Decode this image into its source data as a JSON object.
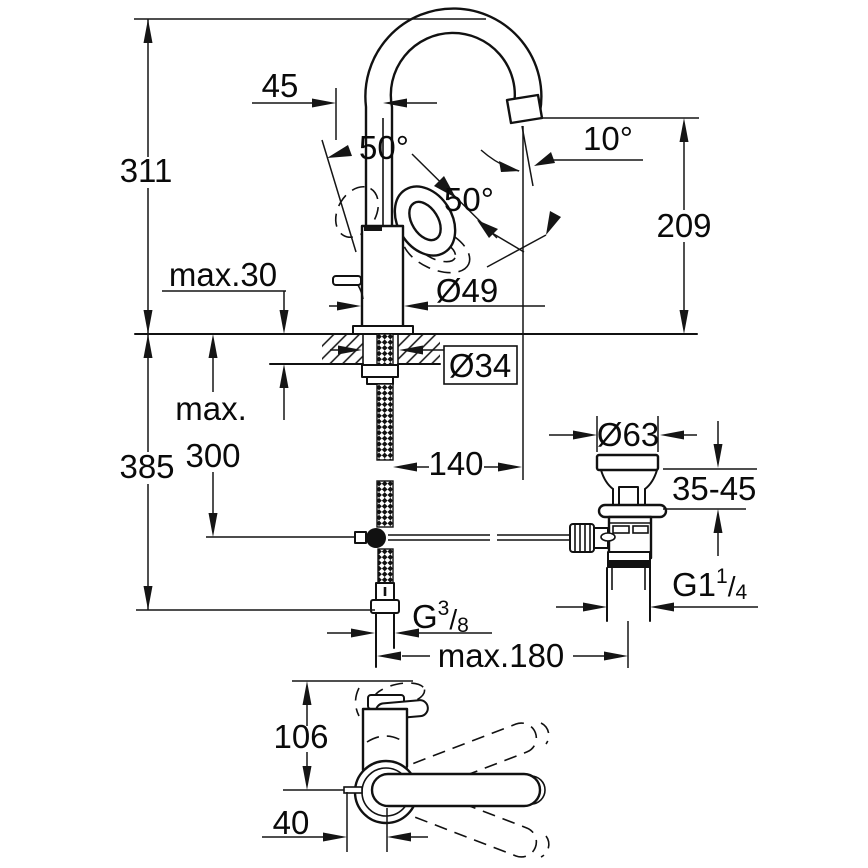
{
  "page": {
    "background": "#ffffff",
    "line_color": "#111111"
  },
  "drawing": {
    "kind": "single-lever basin mixer with pop-up waste — installation dimension drawing"
  },
  "labels": {
    "overall_height": "311",
    "spout_offset": "45",
    "handle_swing_first": "50°",
    "handle_swing_second": "50°",
    "stream_angle": "10°",
    "spout_height": "209",
    "max_deck_thickness": "max.30",
    "body_diameter": "Ø49",
    "hole_diameter": "Ø34",
    "hose_max_prefix": "max.",
    "hose_max_value": "300",
    "below_deck_depth": "385",
    "spout_reach": "140",
    "waste_top_diameter": "Ø63",
    "deck_range": "35-45",
    "waste_thread": {
      "base": "G1",
      "sup": "1",
      "slash": "/",
      "sub": "4"
    },
    "supply_thread": {
      "base": "G",
      "sup": "3",
      "slash": "/",
      "sub": "8"
    },
    "max_rod_reach": "max.180",
    "top_view_depth": "106",
    "top_view_offset": "40"
  }
}
